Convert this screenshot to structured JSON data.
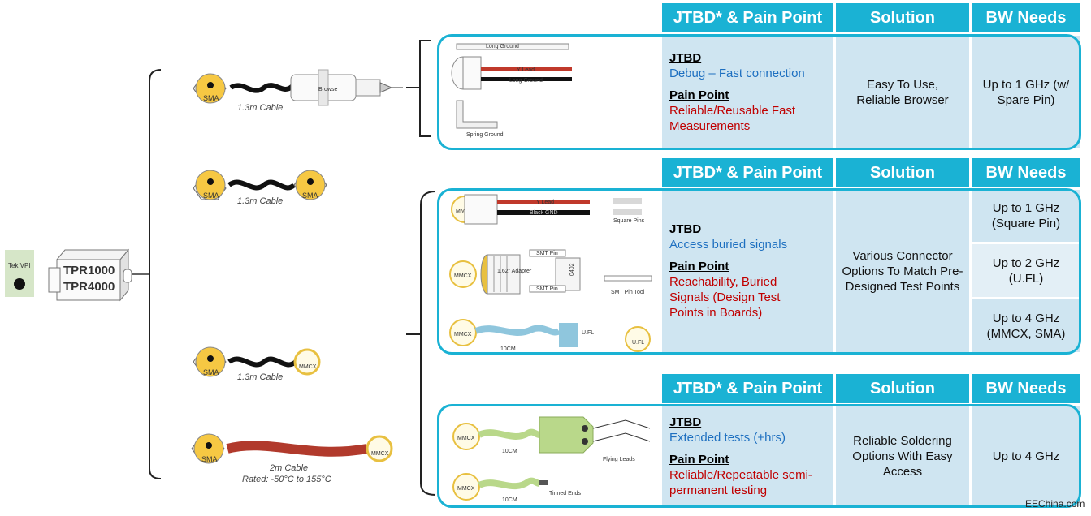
{
  "probe": {
    "tekvpi_label": "Tek VPI",
    "model_line1": "TPR1000",
    "model_line2": "TPR4000"
  },
  "cables": [
    {
      "end_a": "SMA",
      "device": "Browse",
      "caption": "1.3m Cable"
    },
    {
      "end_a": "SMA",
      "end_b": "SMA",
      "caption": "1.3m Cable"
    },
    {
      "end_a": "SMA",
      "end_b": "MMCX",
      "caption": "1.3m Cable"
    },
    {
      "end_a": "SMA",
      "end_b": "MMCX",
      "caption": "2m Cable",
      "caption2": "Rated: -50°C to 155°C"
    }
  ],
  "accessories1": {
    "long_ground_1": "Long Ground",
    "y_lead": "Y Lead",
    "long_ground_2": "Long Ground",
    "spring_ground": "Spring Ground"
  },
  "accessories2": {
    "mmcx1": "MMCX",
    "y_lead": "Y Lead",
    "black_gnd": "Black GND",
    "square_pins": "Square Pins",
    "mmcx2": "MMCX",
    "adapter": "1.62\" Adapter",
    "smt_pin_top": "SMT Pin",
    "smt_0402": "0402",
    "smt_pin_bottom": "SMT Pin",
    "smt_pin_tool": "SMT Pin Tool",
    "mmcx3": "MMCX",
    "len": "10CM",
    "ufl1": "U.FL",
    "ufl2": "U.FL"
  },
  "accessories3": {
    "mmcx1": "MMCX",
    "len1": "10CM",
    "flying": "Flying Leads",
    "mmcx2": "MMCX",
    "tinned": "Tinned Ends",
    "len2": "10CM"
  },
  "headers": {
    "col1": "JTBD* & Pain Point",
    "col2": "Solution",
    "col3": "BW Needs"
  },
  "row1": {
    "jtbd_label": "JTBD",
    "jtbd": "Debug – Fast connection",
    "pain_label": "Pain Point",
    "pain": "Reliable/Reusable Fast Measurements",
    "solution": "Easy To Use, Reliable Browser",
    "bw": "Up to 1 GHz (w/ Spare Pin)"
  },
  "row2": {
    "jtbd_label": "JTBD",
    "jtbd": "Access buried signals",
    "pain_label": "Pain Point",
    "pain": "Reachability, Buried Signals (Design Test Points in Boards)",
    "solution": "Various Connector Options To Match Pre- Designed Test Points",
    "bw1": "Up to 1 GHz (Square Pin)",
    "bw2": "Up to 2 GHz (U.FL)",
    "bw3": "Up to 4 GHz (MMCX, SMA)"
  },
  "row3": {
    "jtbd_label": "JTBD",
    "jtbd": "Extended tests (+hrs)",
    "pain_label": "Pain Point",
    "pain": "Reliable/Repeatable semi-permanent testing",
    "solution": "Reliable Soldering Options With Easy Access",
    "bw": "Up to 4 GHz"
  },
  "watermark": "EEChina.com"
}
